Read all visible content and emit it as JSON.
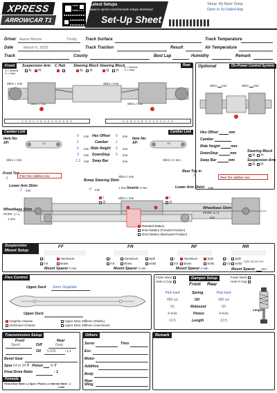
{
  "header": {
    "brand_top": "XPRESS",
    "brand_bottom": "ARROWCAR T1",
    "latest_setups": "Latest Setups",
    "setups_url": "www.rc-xpress.com/manuals-setups-download",
    "title": "Set-Up Sheet",
    "setup_name": "Setup: My Base Setup",
    "open_app": "Open in So Dialed App"
  },
  "info": {
    "driver_label": "Driver",
    "driver_first": "Aaron Moore",
    "driver_last": "Trinity",
    "track_surface_label": "Track Surface",
    "track_temp_label": "Track Temperature",
    "date_label": "Date",
    "date_value": "March 6, 2025",
    "track_traction_label": "Track Traction",
    "result_label": "Result",
    "air_temp_label": "Air Temperature",
    "track_label": "Track",
    "country_label": "County",
    "best_lap_label": "Best Lap",
    "humidity_label": "Humidity",
    "remark_label": "Remark"
  },
  "front": {
    "title": "Front",
    "rear_tag": "Rear",
    "suspension_arm": "Suspension Arm",
    "arm_legend_n": "N = Normal",
    "arm_legend_h": "H = Hard",
    "c_hub": "C Hub",
    "steering_block": "Steering Block",
    "steering_block_2": "Steering Block",
    "sb_legend_n": "N = Normal",
    "sb_legend_h": "H = Hard",
    "opt_n": "N",
    "opt_h": "H",
    "shim_label": "Shim",
    "shim_left": "1",
    "shim_center": "2.5",
    "shim_right": "3",
    "shim_low_left": "1",
    "shim_low_right": "2",
    "unit_mm": "mm",
    "scale_left": "2.5 3.0 3.5 4.0 4.5 5.0 5.5",
    "scale_right": "5.5 5.0 4.5 4.0 3.5 3.0 2.5"
  },
  "optional": {
    "title": "Optional",
    "power_control": "On-Power Control System",
    "shim_label": "Shim",
    "unit_mm": "mm",
    "hex_offset": "Hex Offset",
    "camber": "Camber",
    "ride_height": "Ride Height",
    "downstop": "DownStop",
    "sway_bar": "Sway Bar",
    "steering_block": "Steering Block",
    "suspension_arm": "Suspension Arm",
    "opt_n": "N",
    "opt_h": "H"
  },
  "camber": {
    "left_tag": "Camber Link",
    "right_tag": "Camber Link",
    "item_no": "Item No:",
    "xp": "XP:",
    "hex_offset_label": "Hex Offset",
    "hex_offset_left": "5",
    "hex_offset_right": "5",
    "camber_label": "Camber",
    "camber_left": "1",
    "camber_right": "1",
    "ride_height_label": "Ride Height",
    "ride_height_left": "5",
    "ride_height_right": "5",
    "downstop_label": "DownStop",
    "downstop_left": "3",
    "downstop_right": "5",
    "sway_bar_label": "Sway Bar",
    "sway_bar_left": "1.3",
    "sway_bar_right": "",
    "link_left": "42",
    "link_right": "46",
    "shim_label": "Shim",
    "shim_left": "1",
    "shim_right": "0.5",
    "unit_mm": "mm"
  },
  "toe": {
    "front_toe_label": "Front Toe",
    "front_toe_value": "-1",
    "front_toe_additive": "Front Toe Additive Area",
    "lower_arm_shim": "Lower Arm Shim",
    "lower_arm_value": "1",
    "bump_steering": "Bump Steering Shim",
    "bump_value": "0",
    "rear_toe_label": "Rear Toe in",
    "rear_toe_value": "3",
    "rear_toe_additive": "Rear Toe Additive Area",
    "rear_lower_arm_shim": "Lower Arm Shim",
    "rear_lower_arm_value": "2",
    "inserts_label": "Inserts",
    "inserts_value": "8",
    "shim_label": "Shim",
    "shim_mid_top": "0",
    "shim_mid_bottom": "1",
    "unit_mm": "mm",
    "wheelbase_left_label": "Wheelbase Shim",
    "wheelbase_left_value": "FF/FR: 1 / 1",
    "wheelbase_left_mm": "1 mm",
    "wheelbase_right_label": "Wheelbase Shim",
    "wheelbase_right_value": "FF/FR: 2 / 1",
    "wheelbase_right_mm": "mm",
    "opt_i": "I",
    "opt_o": "O",
    "battery_standard": "Standard Battery",
    "battery_forward": "Short Battery (Forward Position)",
    "battery_backward": "Short Battery (Backward Position)"
  },
  "mount": {
    "title": "Suspension Mount Setup",
    "ff": "FF",
    "fr": "FR",
    "rf": "RF",
    "rr": "RR",
    "aluminium": "Aluminium",
    "brass": "Brass",
    "split": "Split",
    "solid": "Solid",
    "opt_1": "I",
    "opt_05": "0.5",
    "split_note": "Split aluminum",
    "mount_spacer": "Mount Spacer",
    "unit_mm": "mm",
    "ff_spacer": "0",
    "fr_spacer": "0",
    "rf_spacer": "0",
    "rr_spacer": ""
  },
  "flex": {
    "title": "Flex Control",
    "upper_deck_top": "Upper Deck",
    "upper_deck_top_value": "2mm Graphite",
    "upper_deck_bottom": "Upper Deck",
    "graphite_chassis": "Graphite Chassis",
    "aluminium_chassis": "Aluminium Chassis",
    "stiffener_plastic": "Upper Deck Stiffener (Plastic)",
    "stiffener_aluminium": "Upper Deck Stiffener (Aluminium)"
  },
  "damper": {
    "foam_insert": "Foam Insert",
    "hole_in_cap": "Hole In Cap",
    "title": "Damper Setup",
    "front": "Front",
    "rear": "Rear",
    "spring_label": "Spring",
    "spring_front": "Pink hard",
    "spring_rear": "Pink hard",
    "oil_label": "Oil",
    "oil_front": "450 cst",
    "oil_rear": "450 cst",
    "rebound_label": "Rebound",
    "rebound_front": "50",
    "rebound_rear": "50",
    "piston_label": "Piston",
    "piston_front": "4-hole",
    "piston_rear": "4-hole",
    "length_label": "Length",
    "length_front": "10.5",
    "length_rear": "10.5",
    "length_side": "Length"
  },
  "transmission": {
    "title": "Transmission Setup",
    "front": "Front",
    "rear": "Rear",
    "front_value": "Spool",
    "diff_label": "Diff",
    "rear_value": "Gear",
    "oil_label": "Oil",
    "front_oil": "",
    "rear_oil": "5,000",
    "ratio_suffix": "/ 1.1",
    "bevel_gear": "Bevel Gear",
    "spur_label": "Spur",
    "spur_value": "64",
    "p_label": "P/",
    "p_value": "94",
    "t_label": "T",
    "pinion_label": "Pinion",
    "final_drive": "Final Drive Ratio",
    "ratio_colon": ": 1",
    "formula_tag": "Formula",
    "formula_text": "Final Drive Ratio = ( Spur / Pinion ) x Internal Ratio : 1",
    "internal_ratio": "2.353"
  },
  "others": {
    "title": "Others",
    "servo": "Servo",
    "tires": "Tires",
    "esc": "Esc",
    "motor": "Motor",
    "additive": "Additive",
    "body": "Body",
    "rear_wing": "Rear Wing"
  },
  "remark": {
    "title": "Remark"
  }
}
